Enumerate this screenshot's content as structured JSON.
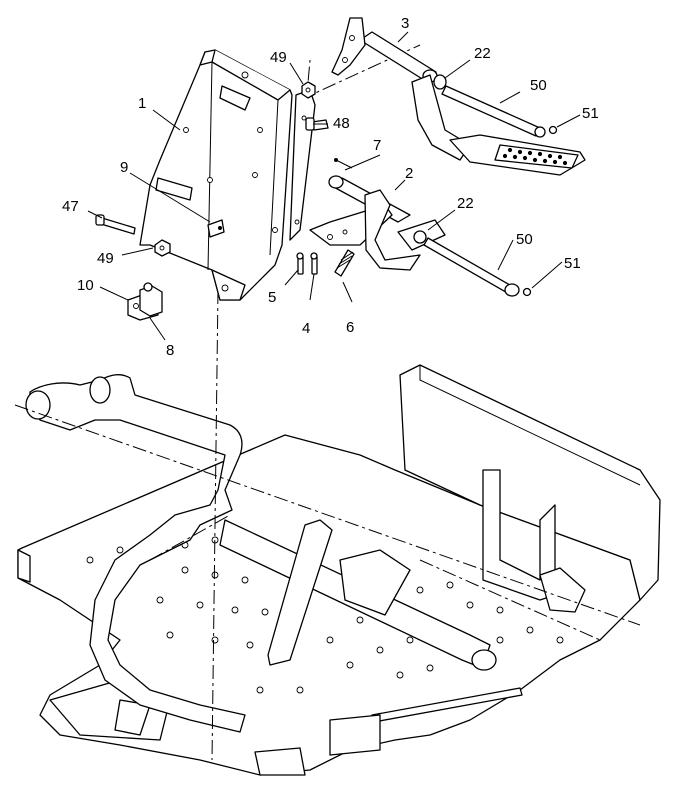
{
  "callouts": [
    {
      "id": "c1",
      "label": "1"
    },
    {
      "id": "c2",
      "label": "2"
    },
    {
      "id": "c3",
      "label": "3"
    },
    {
      "id": "c4",
      "label": "4"
    },
    {
      "id": "c5",
      "label": "5"
    },
    {
      "id": "c6",
      "label": "6"
    },
    {
      "id": "c7",
      "label": "7"
    },
    {
      "id": "c8",
      "label": "8"
    },
    {
      "id": "c9",
      "label": "9"
    },
    {
      "id": "c10",
      "label": "10"
    },
    {
      "id": "c22a",
      "label": "22"
    },
    {
      "id": "c22b",
      "label": "22"
    },
    {
      "id": "c47",
      "label": "47"
    },
    {
      "id": "c48",
      "label": "48"
    },
    {
      "id": "c49a",
      "label": "49"
    },
    {
      "id": "c49b",
      "label": "49"
    },
    {
      "id": "c50a",
      "label": "50"
    },
    {
      "id": "c50b",
      "label": "50"
    },
    {
      "id": "c51a",
      "label": "51"
    },
    {
      "id": "c51b",
      "label": "51"
    }
  ]
}
